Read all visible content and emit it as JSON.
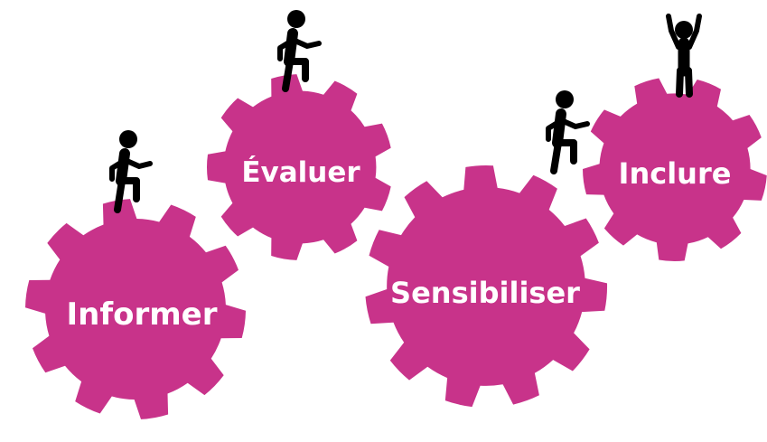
{
  "colors": {
    "gear": "#c8338a",
    "label": "#ffffff",
    "figure": "#000000"
  },
  "gears": [
    {
      "id": "informer",
      "label": "Informer"
    },
    {
      "id": "evaluer",
      "label": "Évaluer"
    },
    {
      "id": "sensibiliser",
      "label": "Sensibiliser"
    },
    {
      "id": "inclure",
      "label": "Inclure"
    }
  ],
  "icons": [
    "walking-person-icon",
    "walking-person-icon",
    "walking-person-icon",
    "celebrating-person-icon"
  ]
}
